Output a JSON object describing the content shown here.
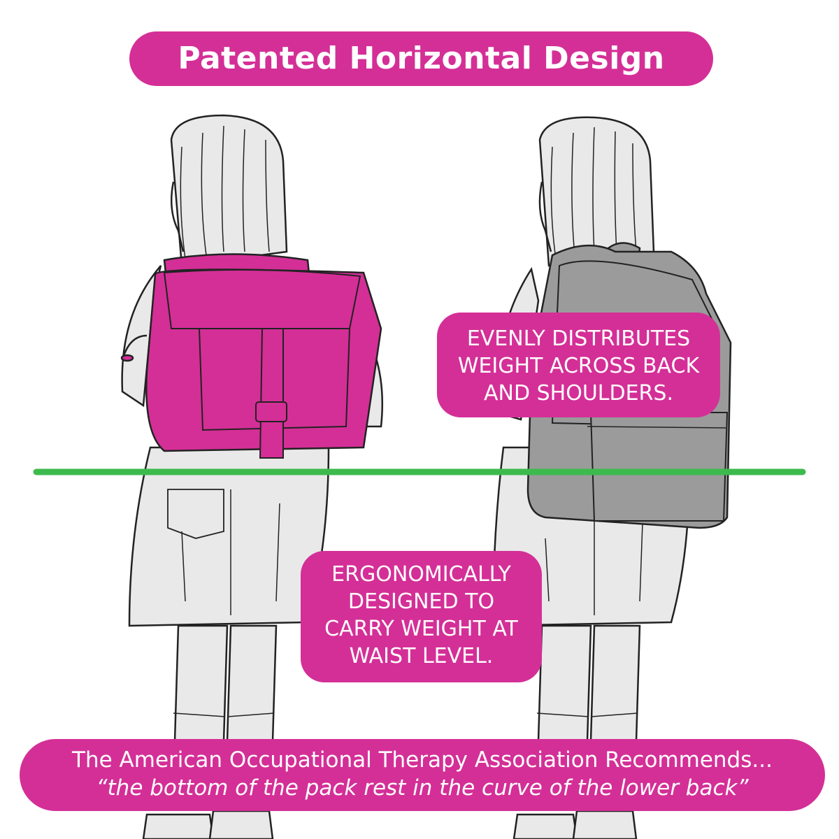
{
  "title": "Patented Horizontal Design",
  "callouts": {
    "shoulders": [
      "EVENLY DISTRIBUTES",
      "WEIGHT ACROSS BACK",
      "AND SHOULDERS."
    ],
    "waist": [
      "ERGONOMICALLY",
      "DESIGNED TO",
      "CARRY WEIGHT AT",
      "WAIST LEVEL."
    ]
  },
  "recommendation": {
    "line1": "The American Occupational Therapy Association Recommends...",
    "line2": "“the bottom of the pack rest in the curve of the lower back”"
  },
  "colors": {
    "accent": "#d42f97",
    "guide_line": "#3dba4e",
    "figure_fill": "#e9e9e9",
    "standard_pack": "#9b9b9b",
    "outline": "#222222"
  }
}
